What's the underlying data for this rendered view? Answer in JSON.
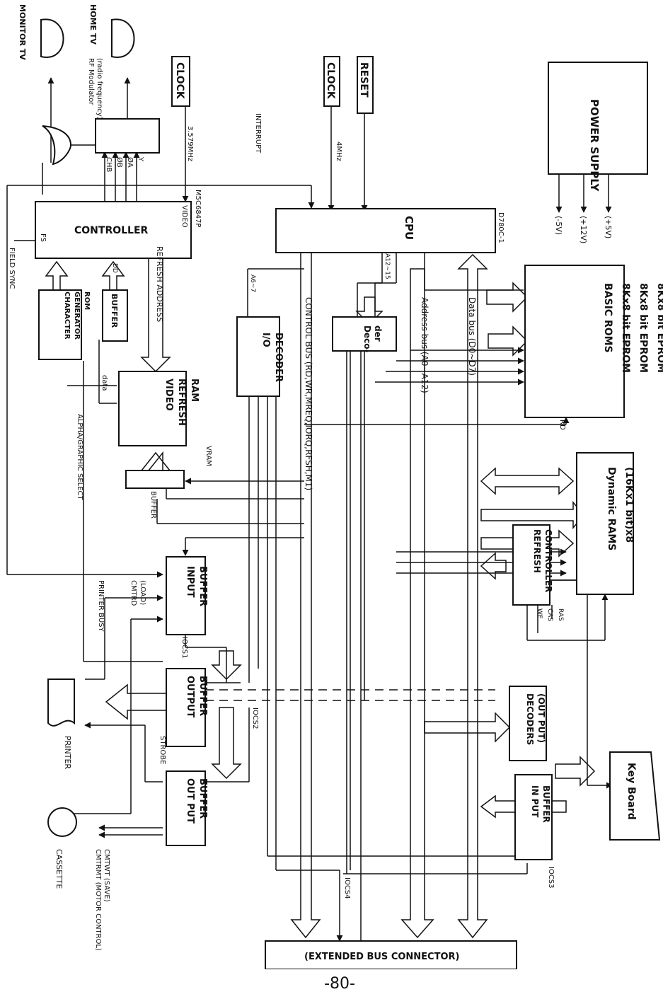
{
  "blocks": {
    "power_supply": "POWER SUPPLY",
    "clock_cpu": "CLOCK",
    "reset": "RESET",
    "clock_video": "CLOCK",
    "cpu": "CPU",
    "cpu_part": "D780C-1",
    "controller": "CONTROLLER",
    "controller_part": "M5C6847P",
    "basic_roms": [
      "BASIC ROMS",
      "8Kx8 bit EPROM",
      "8Kx8 bit EPROM",
      "8Kx8 bit EPROM"
    ],
    "dynamic_rams": [
      "Dynamic RAMS",
      "(16Kx1 bit)x8"
    ],
    "refresh_controller": [
      "REFRESH",
      "CONTROLLER"
    ],
    "decoder": [
      "Deco-",
      "der"
    ],
    "io_decoder": [
      "I/O",
      "DECODER"
    ],
    "video_refresh_ram": [
      "VIDEO",
      "REFRESH",
      "RAM"
    ],
    "buffer_upper": "BUFFER",
    "char_gen_rom": [
      "CHARACTER",
      "GENERATOR",
      "ROM"
    ],
    "buffer_vram": "BUFFER",
    "input_buffer": [
      "INPUT",
      "BUFFER"
    ],
    "output_buffer_1": [
      "OUTPUT",
      "BUFFER"
    ],
    "output_buffer_2": [
      "OUT PUT",
      "BUFFER"
    ],
    "decoders_output": [
      "DECODERS",
      "(OUT PUT)"
    ],
    "input_buffer_kb": [
      "IN PUT",
      "BUFFER"
    ],
    "keyboard": "Key Board",
    "extended_bus": "(EXTENDED BUS CONNECTOR)",
    "printer": "PRINTER",
    "cassette": "CASSETTE",
    "monitor_tv": "MONITOR TV",
    "home_tv": "HOME TV",
    "rf_modulator": [
      "RF Modulator",
      "(radio frequency)"
    ]
  },
  "labels": {
    "v_plus5": "(+5V)",
    "v_plus12": "(+12V)",
    "v_minus5": "(-5V)",
    "f4mhz": "4MHz",
    "f3579": "3.579MHz",
    "interrupt": "INTERRUPT",
    "video": "VIDEO",
    "fs": "FS",
    "field_sync": "FIELD SYNC",
    "refresh_address": "REFRESH ADDRESS",
    "data_bus": "Data bus (D0~D7)",
    "address_bus": "Address bus (A0~A12)",
    "control_bus": "CONTROL BUS (RD,WR,MREQ,IORQ,RFSH,M1)",
    "a12_a15": "A12~15",
    "a6_a7": "A6~7",
    "rd": "RD",
    "vram": "VRAM",
    "data": "data",
    "alpha_graphic": "ALPHA/GRAPHIC SELECT",
    "printer_busy": "PRINTER BUSY",
    "cmtrd": [
      "CMTRD",
      "(LOAD)"
    ],
    "iocs1": "IOCS1",
    "iocs2": "IOCS2",
    "iocs3": "IOCS3",
    "iocs4": "IOCS4",
    "strobe": "STROBE",
    "ras": "RAS",
    "cas": "CAS",
    "we": "WE",
    "y": "Y",
    "phi_a": "ØA",
    "phi_b": "ØB",
    "chb": "CHB",
    "dd": "DD",
    "cmtwt": "CMTWT (SAVE)",
    "cmtrmt": "CMTRMT (MOTOR CONTROL)"
  },
  "page_number": "-80-"
}
